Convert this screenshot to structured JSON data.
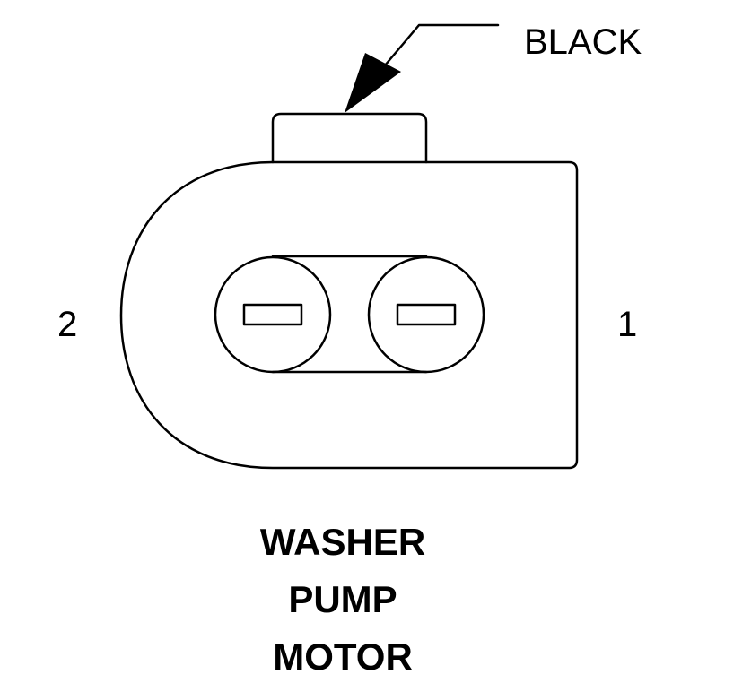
{
  "connector": {
    "wire_color": "BLACK",
    "pins": [
      {
        "label": "2"
      },
      {
        "label": "1"
      }
    ]
  },
  "title_lines": [
    "WASHER",
    "PUMP",
    "MOTOR"
  ],
  "colors": {
    "line": "#000000",
    "background": "#ffffff"
  }
}
